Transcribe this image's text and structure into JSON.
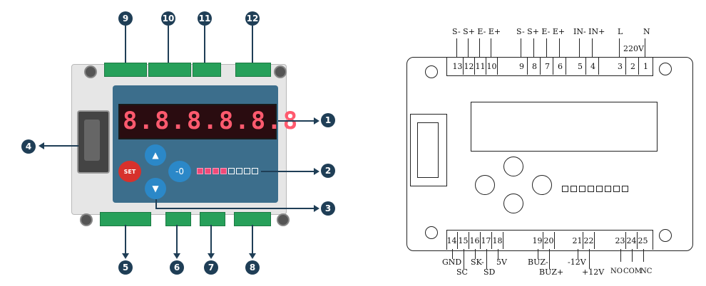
{
  "left_panel": {
    "display_value": "8.8.8.8.8.8",
    "set_button": "SET",
    "zero_button": "-0",
    "up_button": "▲",
    "down_button": "▼",
    "callouts": [
      "1",
      "2",
      "3",
      "4",
      "5",
      "6",
      "7",
      "8",
      "9",
      "10",
      "11",
      "12"
    ]
  },
  "right_panel": {
    "top_labels": {
      "group1": "S-  S+  E-  E+",
      "group2": "S-  S+  E-  E+",
      "group3": "IN-  IN+",
      "group4_L": "L",
      "group4_N": "N",
      "voltage": "220V"
    },
    "top_terminals": [
      "13",
      "12",
      "11",
      "10",
      "9",
      "8",
      "7",
      "6",
      "5",
      "4",
      "3",
      "2",
      "1"
    ],
    "bottom_terminals": [
      "14",
      "15",
      "16",
      "17",
      "18",
      "19",
      "20",
      "21",
      "22",
      "23",
      "24",
      "25"
    ],
    "bottom_labels": {
      "gnd": "GND",
      "sc": "SC",
      "sk": "SK-",
      "sd": "SD",
      "v5": "5V",
      "buz_minus": "BUZ-",
      "buz_plus": "BUZ+",
      "m12": "-12V",
      "p12": "+12V",
      "no": "NO",
      "com": "COM",
      "nc": "NC"
    }
  }
}
